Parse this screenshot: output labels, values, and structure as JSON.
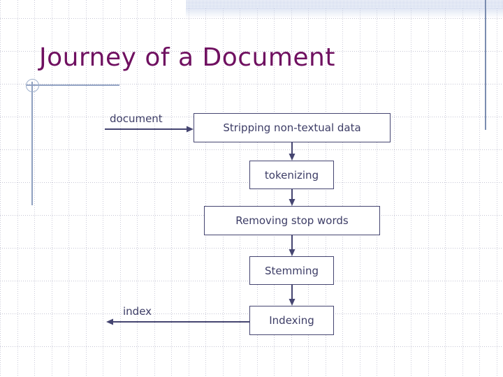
{
  "slide": {
    "title": "Journey of a Document",
    "title_color": "#6f1060",
    "text_color": "#3d3d66",
    "box_border_color": "#454571",
    "accent_band_color": "#c7d2ea",
    "decoration_line_color": "#8fa0c0",
    "background_color": "#ffffff"
  },
  "flow": {
    "input_label": "document",
    "output_label": "index",
    "steps": [
      {
        "label": "Stripping non-textual data"
      },
      {
        "label": "tokenizing"
      },
      {
        "label": "Removing stop words"
      },
      {
        "label": "Stemming"
      },
      {
        "label": "Indexing"
      }
    ]
  }
}
